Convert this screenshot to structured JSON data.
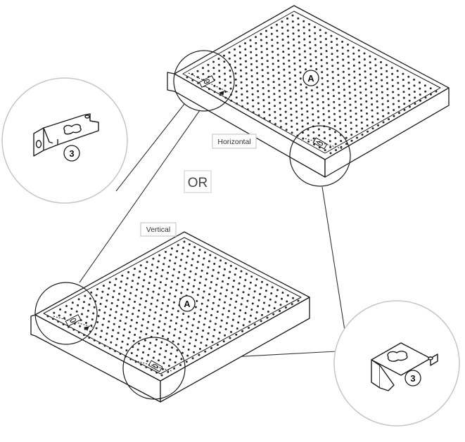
{
  "labels": {
    "horizontal": "Horizontal",
    "vertical": "Vertical",
    "or": "OR"
  },
  "parts": {
    "panel": "A",
    "bracket": "3"
  },
  "colors": {
    "line": "#1a1a1a",
    "zoom_circle": "#c8c8c8",
    "tag_border": "#cfcfcf",
    "dot": "#2a2a2a"
  },
  "icons": {
    "panel": "pegboard-panel-icon",
    "bracket": "mounting-bracket-icon"
  }
}
